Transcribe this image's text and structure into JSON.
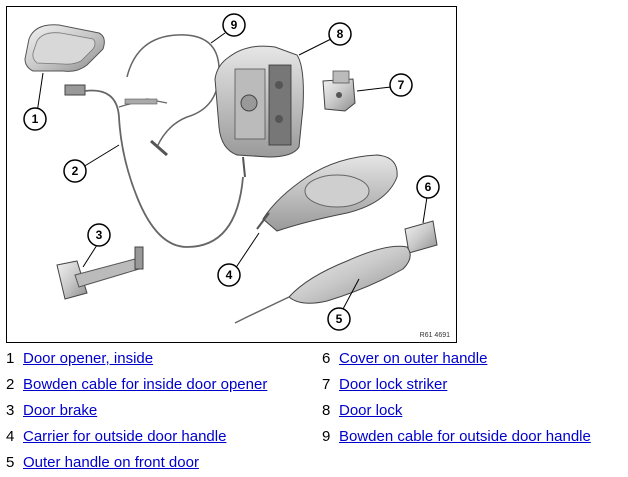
{
  "diagram": {
    "callouts": [
      "1",
      "2",
      "3",
      "4",
      "5",
      "6",
      "7",
      "8",
      "9"
    ],
    "code": "R61 4691"
  },
  "legend": [
    {
      "num": "1",
      "label": "Door opener, inside"
    },
    {
      "num": "2",
      "label": "Bowden cable for inside door opener"
    },
    {
      "num": "3",
      "label": "Door brake"
    },
    {
      "num": "4",
      "label": "Carrier for outside door handle"
    },
    {
      "num": "5",
      "label": "Outer handle on front door"
    },
    {
      "num": "6",
      "label": "Cover on outer handle"
    },
    {
      "num": "7",
      "label": "Door lock striker"
    },
    {
      "num": "8",
      "label": "Door lock"
    },
    {
      "num": "9",
      "label": "Bowden cable for outside door handle"
    }
  ],
  "colors": {
    "link": "#0000cc"
  }
}
